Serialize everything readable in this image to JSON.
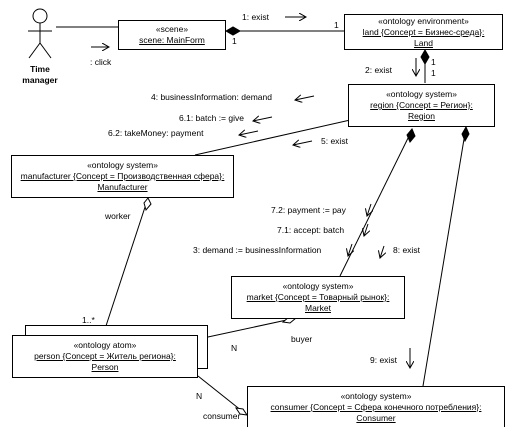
{
  "actor": {
    "name_line1": "Time",
    "name_line2": "manager"
  },
  "boxes": {
    "scene": {
      "stereotype": "«scene»",
      "name": "scene: MainForm"
    },
    "land": {
      "stereotype": "«ontology environment»",
      "name": "land {Concept = Бизнес-среда}:",
      "type": "Land"
    },
    "region": {
      "stereotype": "«ontology system»",
      "name": "region {Concept = Регион}:",
      "type": "Region"
    },
    "manufacturer": {
      "stereotype": "«ontology system»",
      "name": "manufacturer {Concept = Производственная сфера}:",
      "type": "Manufacturer"
    },
    "market": {
      "stereotype": "«ontology system»",
      "name": "market {Concept = Товарный рынок}:",
      "type": "Market"
    },
    "person": {
      "stereotype": "«ontology atom»",
      "name": "person {Concept = Житель региона}:",
      "type": "Person"
    },
    "consumer": {
      "stereotype": "«ontology system»",
      "name": "consumer {Concept = Сфера конечного потребления}:",
      "type": "Consumer"
    }
  },
  "messages": {
    "click": ": click",
    "exist1": "1: exist",
    "exist2": "2: exist",
    "business_info": "4: businessInformation: demand",
    "batch_give": "6.1: batch := give",
    "take_money": "6.2: takeMoney: payment",
    "exist5": "5: exist",
    "payment_pay": "7.2: payment := pay",
    "accept_batch": "7.1: accept: batch",
    "demand": "3: demand := businessInformation",
    "exist8": "8: exist",
    "exist9": "9: exist"
  },
  "multiplicities": {
    "scene_land_left": "1",
    "scene_land_right": "1",
    "land_region_a": "1",
    "land_region_b": "1",
    "worker_mult": "1..*",
    "buyer_n": "N",
    "consumer_n": "N"
  },
  "roles": {
    "worker": "worker",
    "buyer": "buyer",
    "consumer": "consumer"
  }
}
